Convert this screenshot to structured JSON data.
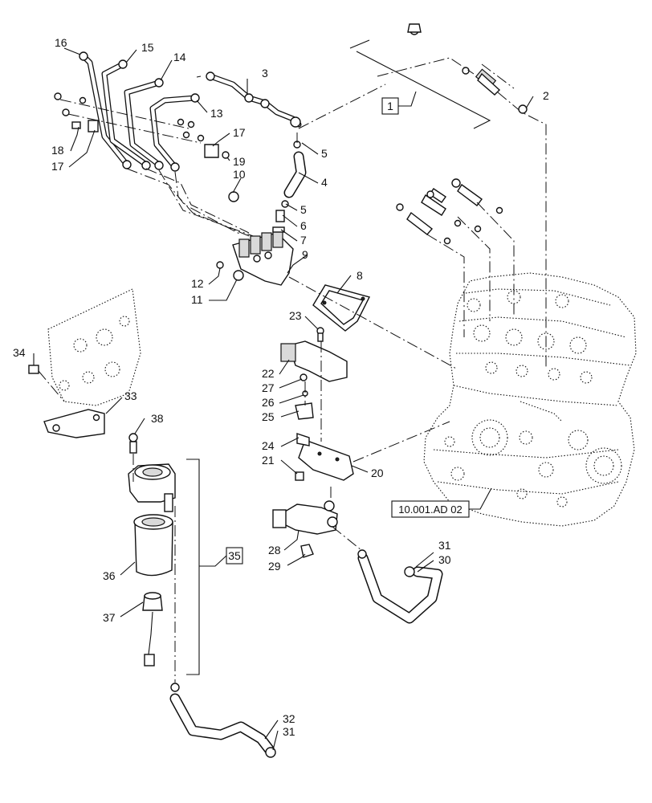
{
  "callouts": {
    "c1": "1",
    "c2": "2",
    "c3": "3",
    "c4": "4",
    "c5a": "5",
    "c5b": "5",
    "c6": "6",
    "c7": "7",
    "c8": "8",
    "c9": "9",
    "c10": "10",
    "c11": "11",
    "c12": "12",
    "c13": "13",
    "c14": "14",
    "c15": "15",
    "c16": "16",
    "c17a": "17",
    "c17b": "17",
    "c18": "18",
    "c19": "19",
    "c20": "20",
    "c21": "21",
    "c22": "22",
    "c23": "23",
    "c24": "24",
    "c25": "25",
    "c26": "26",
    "c27": "27",
    "c28": "28",
    "c29": "29",
    "c30": "30",
    "c31a": "31",
    "c31b": "31",
    "c32": "32",
    "c33": "33",
    "c34": "34",
    "c35": "35",
    "c36": "36",
    "c37": "37",
    "c38": "38"
  },
  "boxed": {
    "kit_1": "1",
    "kit_35": "35",
    "engine_ref": "10.001.AD 02"
  }
}
